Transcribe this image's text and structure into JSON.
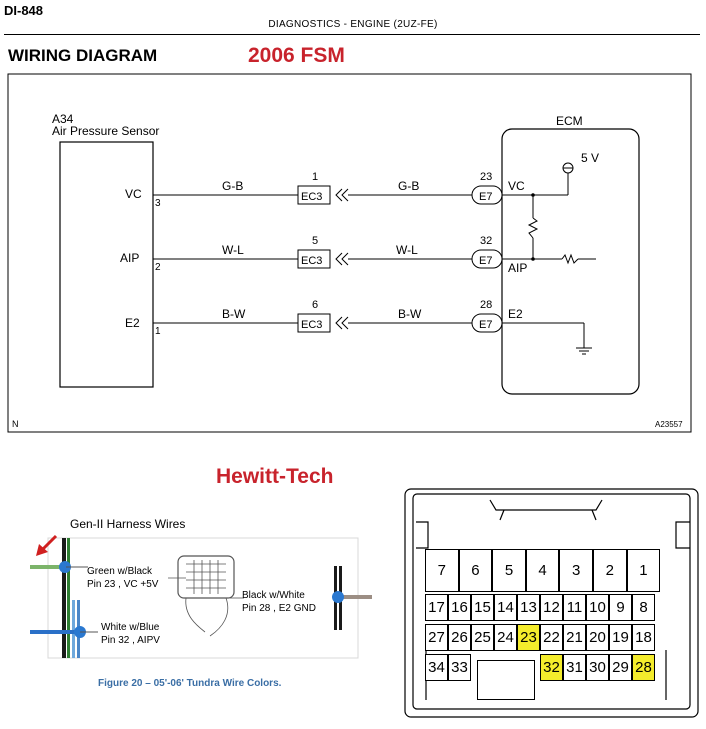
{
  "header": {
    "page_code": "DI-848",
    "section": "DIAGNOSTICS  -  ENGINE (2UZ-FE)",
    "title": "WIRING DIAGRAM",
    "annotation": "2006 FSM"
  },
  "sensor": {
    "code": "A34",
    "name": "Air Pressure Sensor",
    "pins": [
      {
        "label": "VC",
        "number": "3"
      },
      {
        "label": "AIP",
        "number": "2"
      },
      {
        "label": "E2",
        "number": "1"
      }
    ]
  },
  "ecm": {
    "label": "ECM",
    "voltage": "5 V",
    "pins": [
      {
        "label": "VC",
        "number": "23",
        "connector": "E7"
      },
      {
        "label": "AIP",
        "number": "32",
        "connector": "E7"
      },
      {
        "label": "E2",
        "number": "28",
        "connector": "E7"
      }
    ]
  },
  "wires": [
    {
      "left_color": "G-B",
      "right_color": "G-B",
      "junction": "EC3",
      "junction_pin": "1"
    },
    {
      "left_color": "W-L",
      "right_color": "W-L",
      "junction": "EC3",
      "junction_pin": "5"
    },
    {
      "left_color": "B-W",
      "right_color": "B-W",
      "junction": "EC3",
      "junction_pin": "6"
    }
  ],
  "diagram_corner_left": "N",
  "diagram_id": "A23557",
  "harness": {
    "brand": "Hewitt-Tech",
    "title": "Gen-II Harness Wires",
    "labels": [
      {
        "line1": "Green w/Black",
        "line2": "Pin 23 , VC +5V"
      },
      {
        "line1": "White w/Blue",
        "line2": "Pin 32 , AIPV"
      },
      {
        "line1": "Black w/White",
        "line2": "Pin 28 , E2 GND"
      }
    ],
    "caption": "Figure 20 – 05'-06' Tundra Wire Colors."
  },
  "connector": {
    "highlight_color": "#f4ec2c",
    "rows": [
      [
        "7",
        "6",
        "5",
        "4",
        "3",
        "2",
        "1"
      ],
      [
        "17",
        "16",
        "15",
        "14",
        "13",
        "12",
        "11",
        "10",
        "9",
        "8"
      ],
      [
        "27",
        "26",
        "25",
        "24",
        "23",
        "22",
        "21",
        "20",
        "19",
        "18"
      ],
      [
        "34",
        "33",
        "32",
        "31",
        "30",
        "29",
        "28"
      ]
    ],
    "highlighted": [
      "23",
      "32",
      "28"
    ]
  }
}
